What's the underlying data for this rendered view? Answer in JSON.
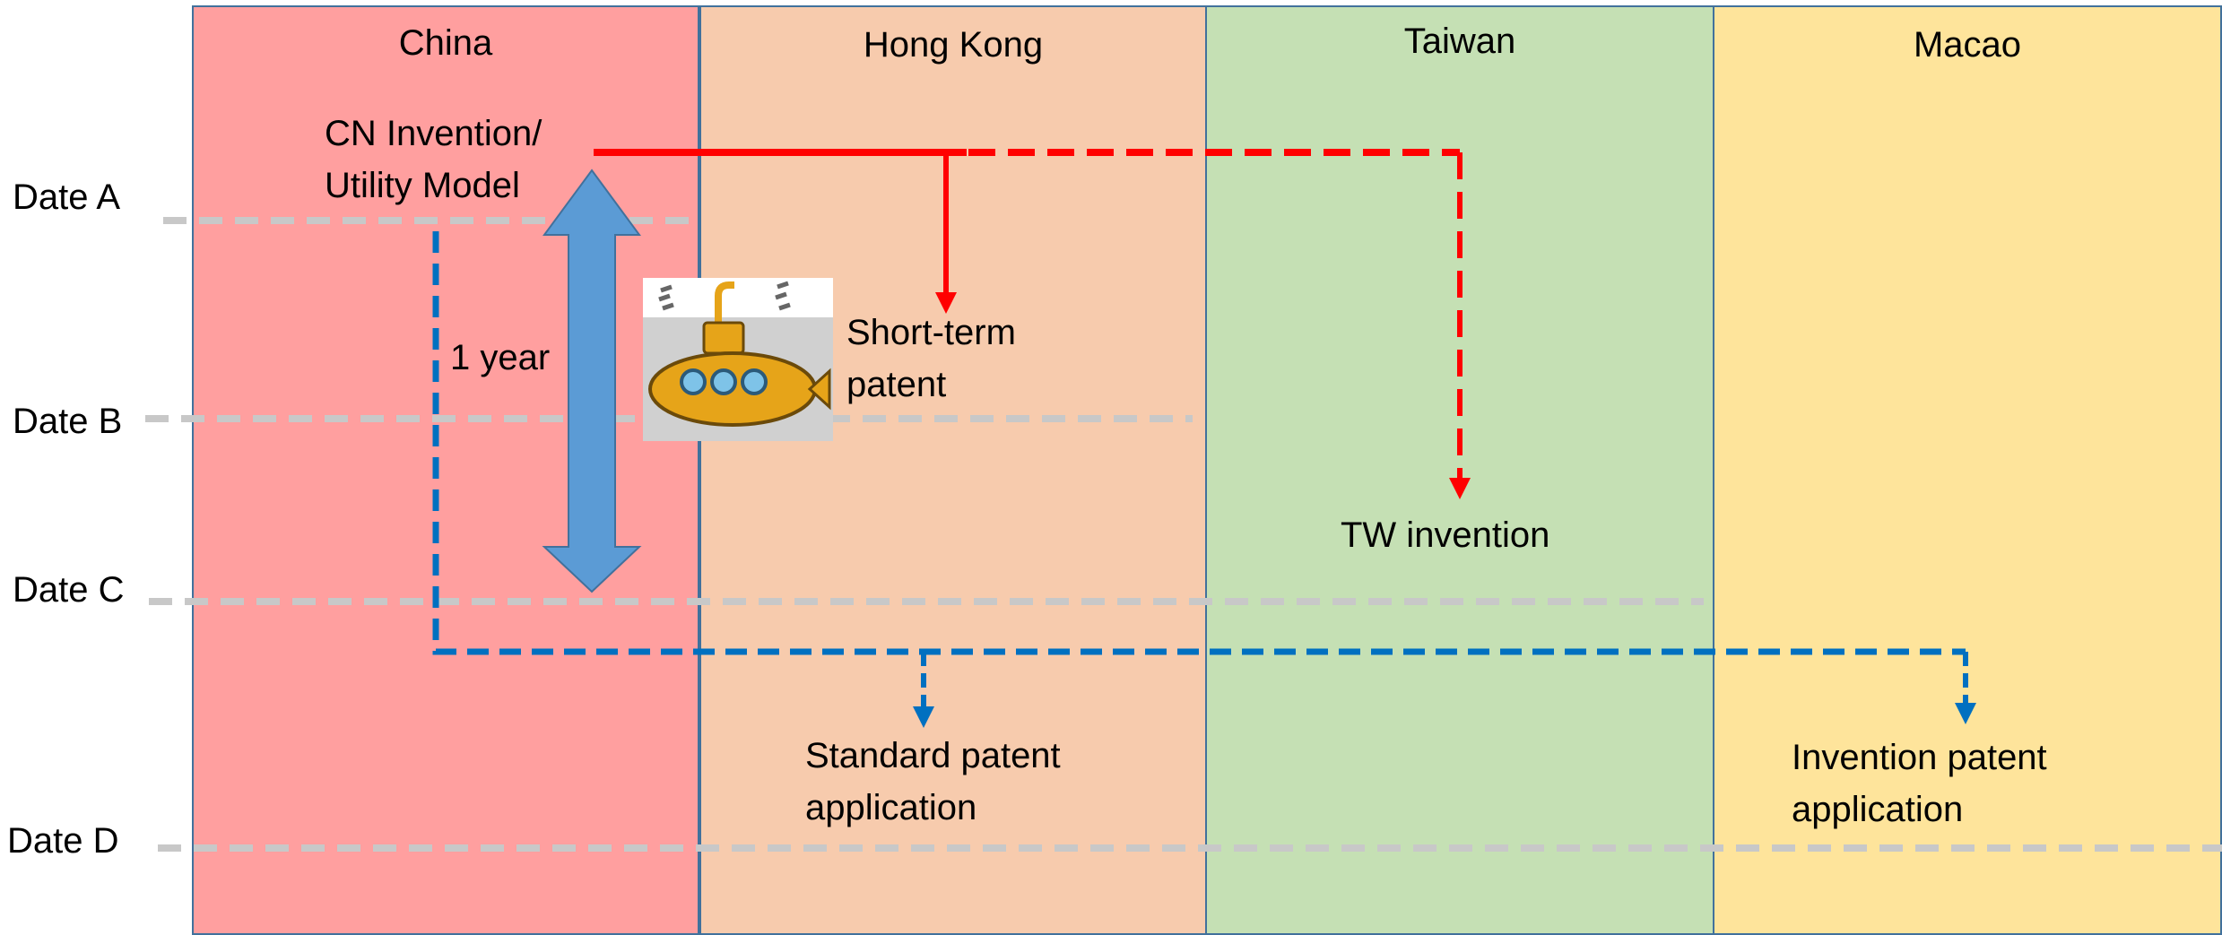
{
  "columns": [
    {
      "title": "China",
      "color": "#ff9f9f"
    },
    {
      "title": "Hong Kong",
      "color": "#f7cbad"
    },
    {
      "title": "Taiwan",
      "color": "#c5e0b4"
    },
    {
      "title": "Macao",
      "color": "#fee49b"
    }
  ],
  "dates": [
    "Date A",
    "Date B",
    "Date C",
    "Date D"
  ],
  "labels": {
    "cn_line1": "CN Invention/",
    "cn_line2": "Utility Model",
    "one_year": "1 year",
    "short_term_line1": "Short-term",
    "short_term_line2": "patent",
    "tw_invention": "TW invention",
    "standard_line1": "Standard patent",
    "standard_line2": "application",
    "invention_line1": "Invention patent",
    "invention_line2": "application"
  },
  "colors": {
    "red_arrow": "#ff0000",
    "blue_arrow": "#0070c0",
    "big_arrow": "#5b9bd5",
    "date_line": "#c8c8c8",
    "border": "#41719c"
  },
  "icons": {
    "submarine": "submarine-icon"
  }
}
